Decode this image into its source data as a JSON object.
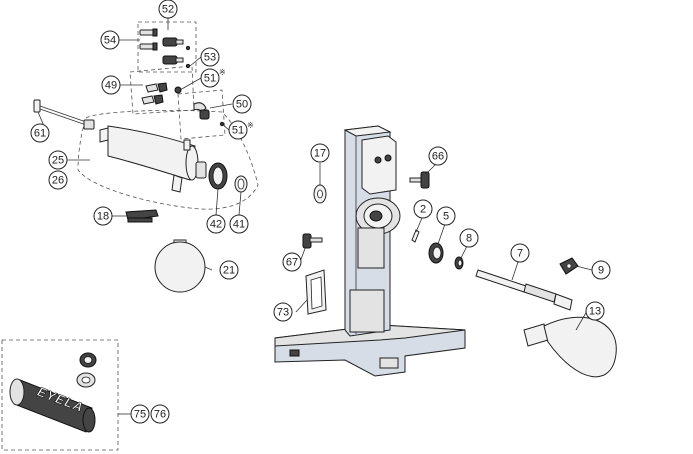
{
  "diagram": {
    "parts": [
      {
        "id": "p52",
        "label": "52"
      },
      {
        "id": "p54",
        "label": "54"
      },
      {
        "id": "p53",
        "label": "53"
      },
      {
        "id": "p49",
        "label": "49"
      },
      {
        "id": "p51a",
        "label": "51"
      },
      {
        "id": "p50",
        "label": "50"
      },
      {
        "id": "p51b",
        "label": "51"
      },
      {
        "id": "p61",
        "label": "61"
      },
      {
        "id": "p25",
        "label": "25"
      },
      {
        "id": "p26",
        "label": "26"
      },
      {
        "id": "p18",
        "label": "18"
      },
      {
        "id": "p42",
        "label": "42"
      },
      {
        "id": "p41",
        "label": "41"
      },
      {
        "id": "p21",
        "label": "21"
      },
      {
        "id": "p17",
        "label": "17"
      },
      {
        "id": "p66",
        "label": "66"
      },
      {
        "id": "p2",
        "label": "2"
      },
      {
        "id": "p5",
        "label": "5"
      },
      {
        "id": "p8",
        "label": "8"
      },
      {
        "id": "p7",
        "label": "7"
      },
      {
        "id": "p9",
        "label": "9"
      },
      {
        "id": "p67",
        "label": "67"
      },
      {
        "id": "p73",
        "label": "73"
      },
      {
        "id": "p13",
        "label": "13"
      },
      {
        "id": "p75",
        "label": "75"
      },
      {
        "id": "p76",
        "label": "76"
      }
    ],
    "asterisk_mark": "※",
    "brand_text": "EYELA"
  }
}
